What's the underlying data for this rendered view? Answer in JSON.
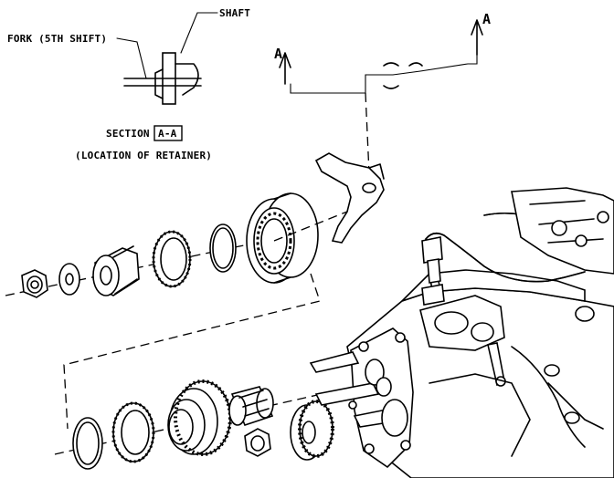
{
  "labels": {
    "shaft": "SHAFT",
    "fork": "FORK (5TH SHIFT)",
    "section_prefix": "SECTION",
    "section_id": "A-A",
    "location": "(LOCATION OF RETAINER)",
    "arrow_left": "A",
    "arrow_right": "A"
  },
  "colors": {
    "ink": "#000000",
    "paper": "#ffffff"
  }
}
